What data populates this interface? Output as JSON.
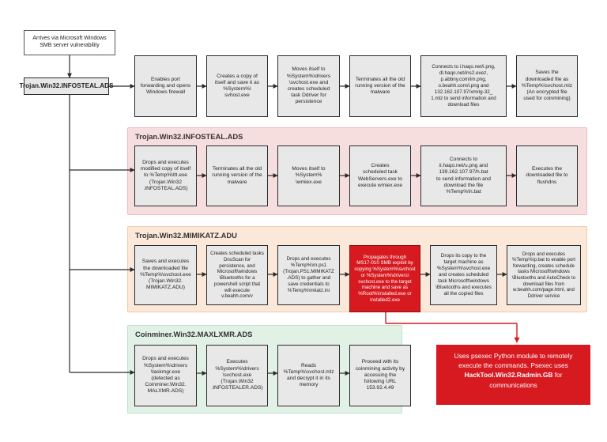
{
  "entry": {
    "note": "Arrives via Microsoft Windows\nSMB server vulnerability",
    "root": "Trojan.Win32.INFOSTEAL.ADS"
  },
  "row1": {
    "steps": [
      "Enables port\nforwarding and opens\nWindows firewall",
      "Creates a copy of\nitself and save it as\n%System%\\\nsvhost.exe",
      "Moves itself to\n%System%\\drivers\n\\svchost.exe and\ncreates scheduled\ntask Ddriver for\npersistence",
      "Terminates all the old\nrunning version of the\nmalware",
      "Connects to i.haqo.net/i.png,\ndl.haqo.net/ins2.exez,\np.abbny.com/im.png,\no.beahh.com/i.png and\n132.162.107.97/xmrig-32_\n1.mlz to send information and\ndownload files",
      "Saves the\ndownloaded file as\n%Temp%\\svchost.mlz\n(An encrypted file\nused for coinmining)"
    ]
  },
  "panel1": {
    "title": "Trojan.Win32.INFOSTEAL.ADS",
    "steps": [
      "Drops and executes\nmodified copy of itself\nto %Temp%\\ttt.exe\n(Trojan.Win32\n.INFOSTEAL.ADS)",
      "Terminates all the old\nrunning version of the\nmalware",
      "Moves itself to\n%System%\n\\wmiex.exe",
      "Creates\nscheduled task\nWebServers.exe to\nexecute wmiex.exe",
      "Connects to\nii.haqo.net/u.png and\n139.162.107.97/h.bat\nto send information and\ndownload the file\n%Temp%\\h.bat",
      "Executes the\ndownloaded file to\nflushdns"
    ]
  },
  "panel2": {
    "title": "Trojan.Win32.MIMIKATZ.ADU",
    "steps": [
      "Saves and executes\nthe downloaded file\n%Temp%\\svchost.exe\n(Trojan.Win32.\nMIMIKATZ.ADU)",
      "Creates scheduled tasks\nDnsScan for\npersistence, and\nMicrosoft\\windows\n\\Bluetooths for a\npowershell script that\nwill execute\nv.beahh.com/v",
      "Drops and executes\n%Temp%\\m.ps1\n(Trojan.PS1.MIMIKATZ\n.ADS) to gather and\nsave credentials to\n%Temp%\\mkatz.ini",
      "Propagates through\nMS17-010 SMB exploit by\ncopying %System%\\svchost\nor %System%\\drivers\\\nsvchost.exe to the target\nmachine and save as\n%Root%\\installed.exe or\ninstalled2.exe",
      "Drops its copy to the\ntarget machine as\n%System%\\svchost.exe\nand creates scheduled\ntask Microsoft\\windows\n\\Bluetooths and executes\nall the copied files",
      "Drops and executes\n%Temp%\\p.bat to enable port\nforwarding, creates schedule\ntasks Microsoft\\windows\n\\Bluetooths and AutoCheck to\ndownload files from\nw.beahh.com/page.html, and\nDdriver service"
    ]
  },
  "panel3": {
    "title": "Coinminer.Win32.MAXLXMR.ADS",
    "steps": [
      "Drops and executes\n%System%\\drivers\n\\taskmgr.exe\n(detected as\nCoinminer.Win32.\nMALXMR.ADS)",
      "Executes\n%System%\\drivers\n\\svchost.exe\n(Trojan.Win32\n.INFOSTEALER.ADS)",
      "Reads\n%Temp%\\svchost.mlz\nand decrypt it in its\nmemory",
      "Proceed with its\ncoinmining activity by\naccessing the\nfollowing URL\n153.92.4.49"
    ]
  },
  "callout": {
    "text_before": "Uses psexec Python module to remotely execute the commands. Psexec uses",
    "highlight": "HackTool.Win32.Radmin.GB",
    "text_after": "for communications"
  },
  "colors": {
    "panel1_bg": "#f7dede",
    "panel1_border": "#f0bcbc",
    "panel2_bg": "#fbe8d9",
    "panel2_border": "#f2cba9",
    "panel3_bg": "#e1f1e6",
    "panel3_border": "#bfe0c9",
    "red": "#d71920"
  }
}
